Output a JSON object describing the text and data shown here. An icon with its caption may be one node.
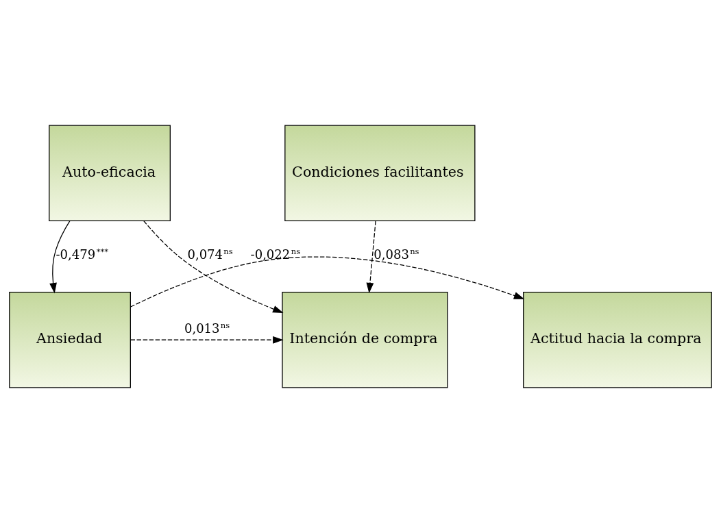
{
  "diagram": {
    "nodes": [
      {
        "text": [
          "Auto-eficacia"
        ]
      },
      {
        "text": [
          "Ansiedad"
        ]
      },
      {
        "text": [
          "Actitud hacia la compra"
        ]
      },
      {
        "text": [
          "Intención de compra"
        ]
      },
      {
        "text": [
          "Condiciones facilitantes"
        ]
      }
    ],
    "edges": [
      {
        "from": 0,
        "to": 1,
        "arrow": "to",
        "label": "-0,479$^{***}$"
      },
      {
        "from": 0,
        "to": 3,
        "arrow": "to",
        "style": "dashed",
        "label": "0,074$^{ns}$"
      },
      {
        "from": 1,
        "to": 2,
        "arrow": "to",
        "style": "dashed",
        "label": "-0,022$^{ns}$"
      },
      {
        "from": 1,
        "to": 3,
        "arrow": "to",
        "style": "dashed",
        "label": "0,013$^{ns}$"
      },
      {
        "from": 4,
        "to": 3,
        "arrow": "to",
        "style": "dashed",
        "label": "0,083$^{ns}$"
      }
    ]
  }
}
